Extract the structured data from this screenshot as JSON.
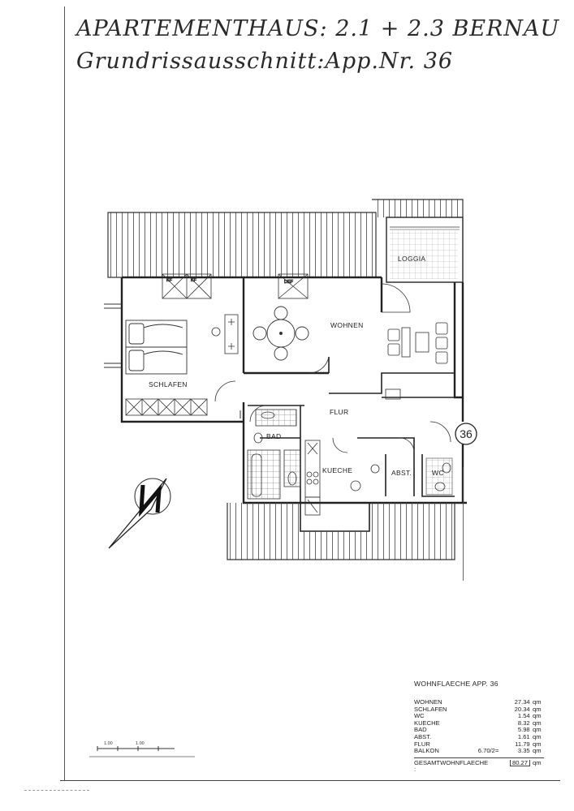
{
  "header": {
    "title": "APARTEMENTHAUS: 2.1 + 2.3 BERNAU",
    "subtitle": "Grundrissausschnitt:App.Nr. 36"
  },
  "plan": {
    "rooms": {
      "loggia": "LOGGIA",
      "wohnen": "WOHNEN",
      "schlafen": "SCHLAFEN",
      "flur": "FLUR",
      "bad": "BAD",
      "kueche": "KUECHE",
      "abst": "ABST.",
      "wc": "WC"
    },
    "skylight_labels": [
      "KF",
      "KF",
      "DEF"
    ],
    "apartment_number": "36"
  },
  "area_table": {
    "title": "WOHNFLAECHE APP. 36",
    "rows": [
      {
        "label": "WOHNEN",
        "mid": "",
        "value": "27.34",
        "unit": "qm"
      },
      {
        "label": "SCHLAFEN",
        "mid": "",
        "value": "20.34",
        "unit": "qm"
      },
      {
        "label": "WC",
        "mid": "",
        "value": "1.54",
        "unit": "qm"
      },
      {
        "label": "KUECHE",
        "mid": "",
        "value": "8.32",
        "unit": "qm"
      },
      {
        "label": "BAD",
        "mid": "",
        "value": "5.98",
        "unit": "qm"
      },
      {
        "label": "ABST.",
        "mid": "",
        "value": "1.61",
        "unit": "qm"
      },
      {
        "label": "FLUR",
        "mid": "",
        "value": "11.79",
        "unit": "qm"
      },
      {
        "label": "BALKON",
        "mid": "6.70/2=",
        "value": "3.35",
        "unit": "qm"
      }
    ],
    "total_label": "GESAMTWOHNFLAECHE :",
    "total_value": "80.27",
    "total_unit": "qm"
  },
  "scale_bar": {
    "labels": [
      "1.00",
      "1.00"
    ]
  }
}
